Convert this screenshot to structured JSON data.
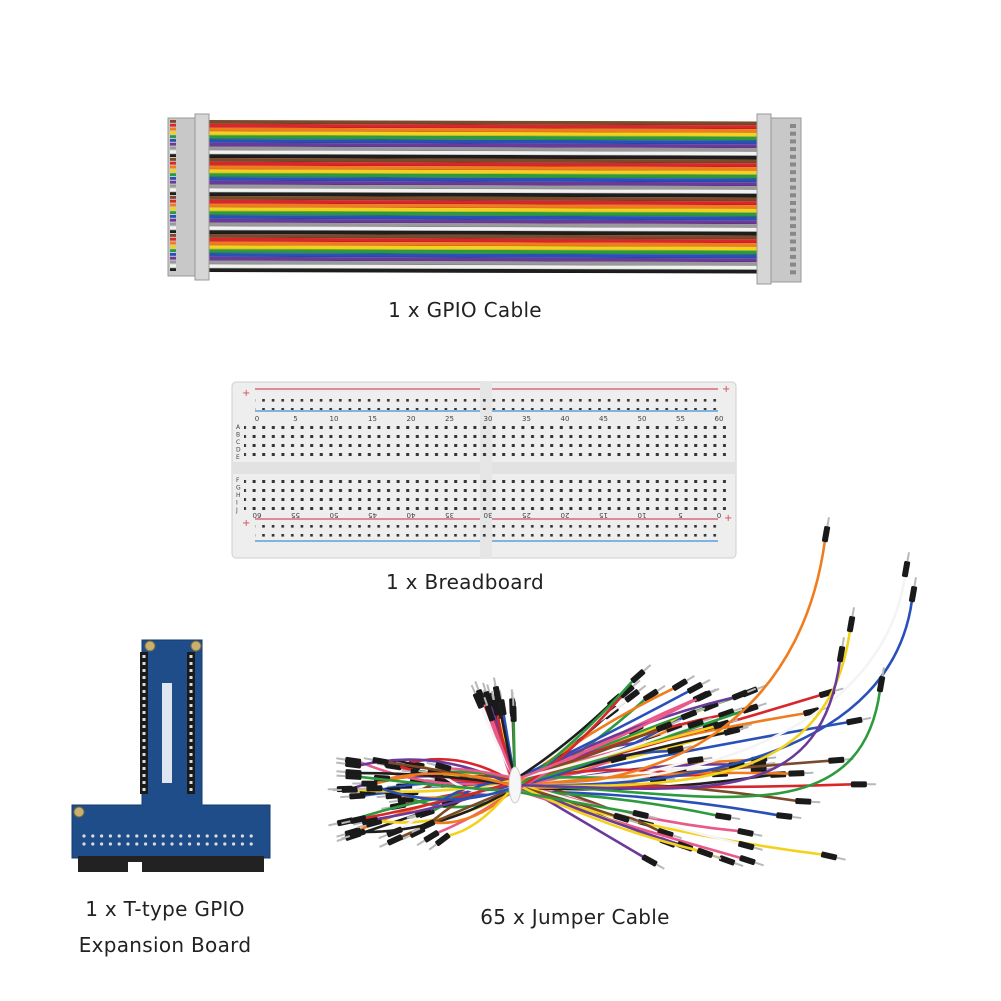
{
  "items": [
    {
      "caption": "1 x GPIO Cable"
    },
    {
      "caption": "1 x Breadboard"
    },
    {
      "caption_line1": "1 x T-type GPIO",
      "caption_line2": "Expansion Board"
    },
    {
      "caption": "65 x Jumper Cable"
    }
  ],
  "breadboard": {
    "top_numbers": [
      "0",
      "5",
      "10",
      "15",
      "20",
      "25",
      "30",
      "35",
      "40",
      "45",
      "50",
      "55",
      "60"
    ],
    "bottom_numbers": [
      "60",
      "55",
      "50",
      "45",
      "40",
      "35",
      "30",
      "25",
      "20",
      "15",
      "10",
      "5",
      "0"
    ],
    "left_rows": [
      "A",
      "B",
      "C",
      "D",
      "E",
      "F",
      "G",
      "H",
      "I",
      "J"
    ],
    "rail_plus": "+",
    "rail_minus": "-"
  },
  "colors": {
    "ribbon": [
      "#7a4a2a",
      "#d8262a",
      "#f07c1e",
      "#f2d21c",
      "#2e9a3e",
      "#2850b8",
      "#6a3a9a",
      "#9a9a9a",
      "#f2f2f2",
      "#1e1e1e"
    ],
    "connector": "#c8c8c8",
    "breadboard": "#eeeeee",
    "rail_red": "#d86a78",
    "rail_blue": "#5aa0dc",
    "pcb": "#1e4d8a",
    "jumpers": [
      "#d8262a",
      "#f07c1e",
      "#f2d21c",
      "#2e9a3e",
      "#2850b8",
      "#6a3a9a",
      "#f4f4f4",
      "#1e1e1e",
      "#7a4a2a",
      "#e85a8a"
    ]
  }
}
